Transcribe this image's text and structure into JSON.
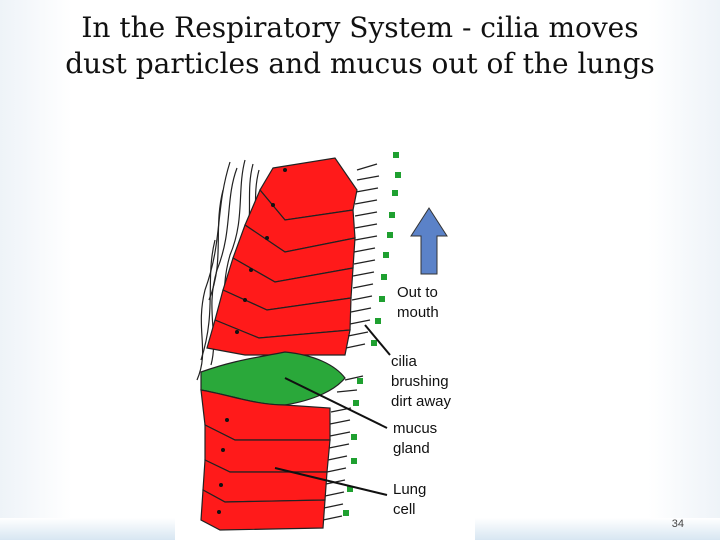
{
  "slide": {
    "title_line1": "In the Respiratory System - cilia moves",
    "title_line2": "dust particles and mucus out of the lungs",
    "page_number": "34"
  },
  "diagram": {
    "labels": {
      "out_to_mouth": [
        "Out to",
        "mouth"
      ],
      "cilia": [
        "cilia",
        "brushing",
        "dirt away"
      ],
      "mucus_gland": [
        "mucus",
        "gland"
      ],
      "lung_cell": [
        "Lung",
        "cell"
      ]
    },
    "colors": {
      "lung_cell": "#ff1a1a",
      "mucus_gland": "#2aa83a",
      "mucus_dots": "#1fa030",
      "arrow": "#5b82c8"
    }
  }
}
